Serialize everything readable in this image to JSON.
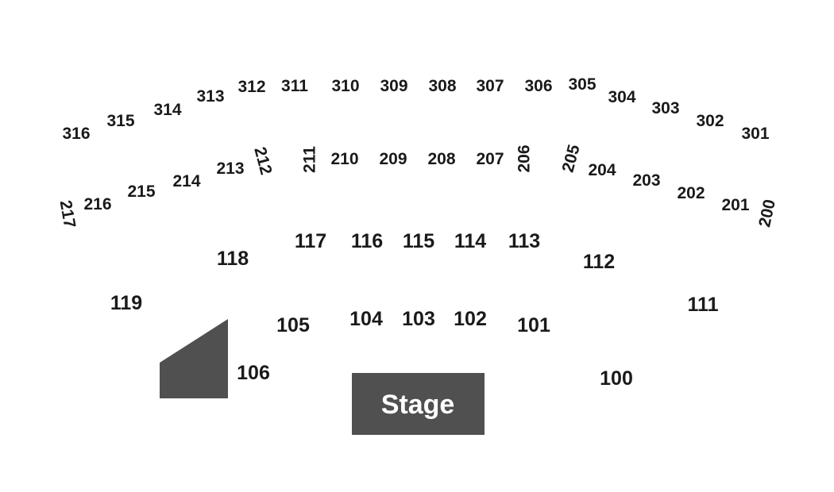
{
  "venue_map": {
    "stage_label": "Stage",
    "colors": {
      "stage_fill": "#505050",
      "text": "#1a1a1a",
      "background": "#ffffff"
    },
    "upper_level": [
      "316",
      "315",
      "314",
      "313",
      "312",
      "311",
      "310",
      "309",
      "308",
      "307",
      "306",
      "305",
      "304",
      "303",
      "302",
      "301"
    ],
    "middle_level": [
      "217",
      "216",
      "215",
      "214",
      "213",
      "212",
      "211",
      "210",
      "209",
      "208",
      "207",
      "206",
      "205",
      "204",
      "203",
      "202",
      "201",
      "200"
    ],
    "lower_level": [
      "119",
      "118",
      "117",
      "116",
      "115",
      "114",
      "113",
      "112",
      "111",
      "106",
      "105",
      "104",
      "103",
      "102",
      "101",
      "100"
    ]
  }
}
